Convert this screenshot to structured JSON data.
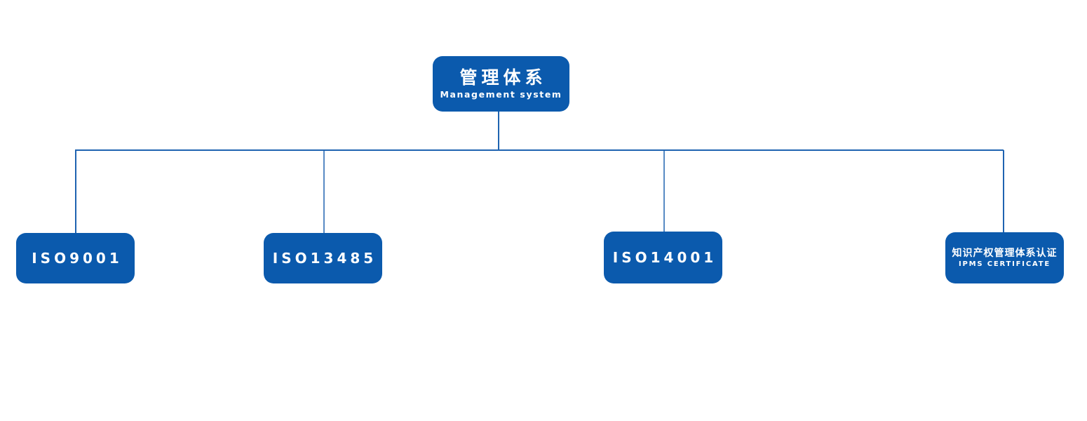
{
  "colors": {
    "node_fill": "#0b5aad",
    "connector": "#1f63b1",
    "text": "#ffffff",
    "background": "#ffffff"
  },
  "root": {
    "title": "管理体系",
    "subtitle": "Management system"
  },
  "children": [
    {
      "label": "ISO9001"
    },
    {
      "label": "ISO13485"
    },
    {
      "label": "ISO14001"
    },
    {
      "title": "知识产权管理体系认证",
      "subtitle": "IPMS CERTIFICATE"
    }
  ]
}
